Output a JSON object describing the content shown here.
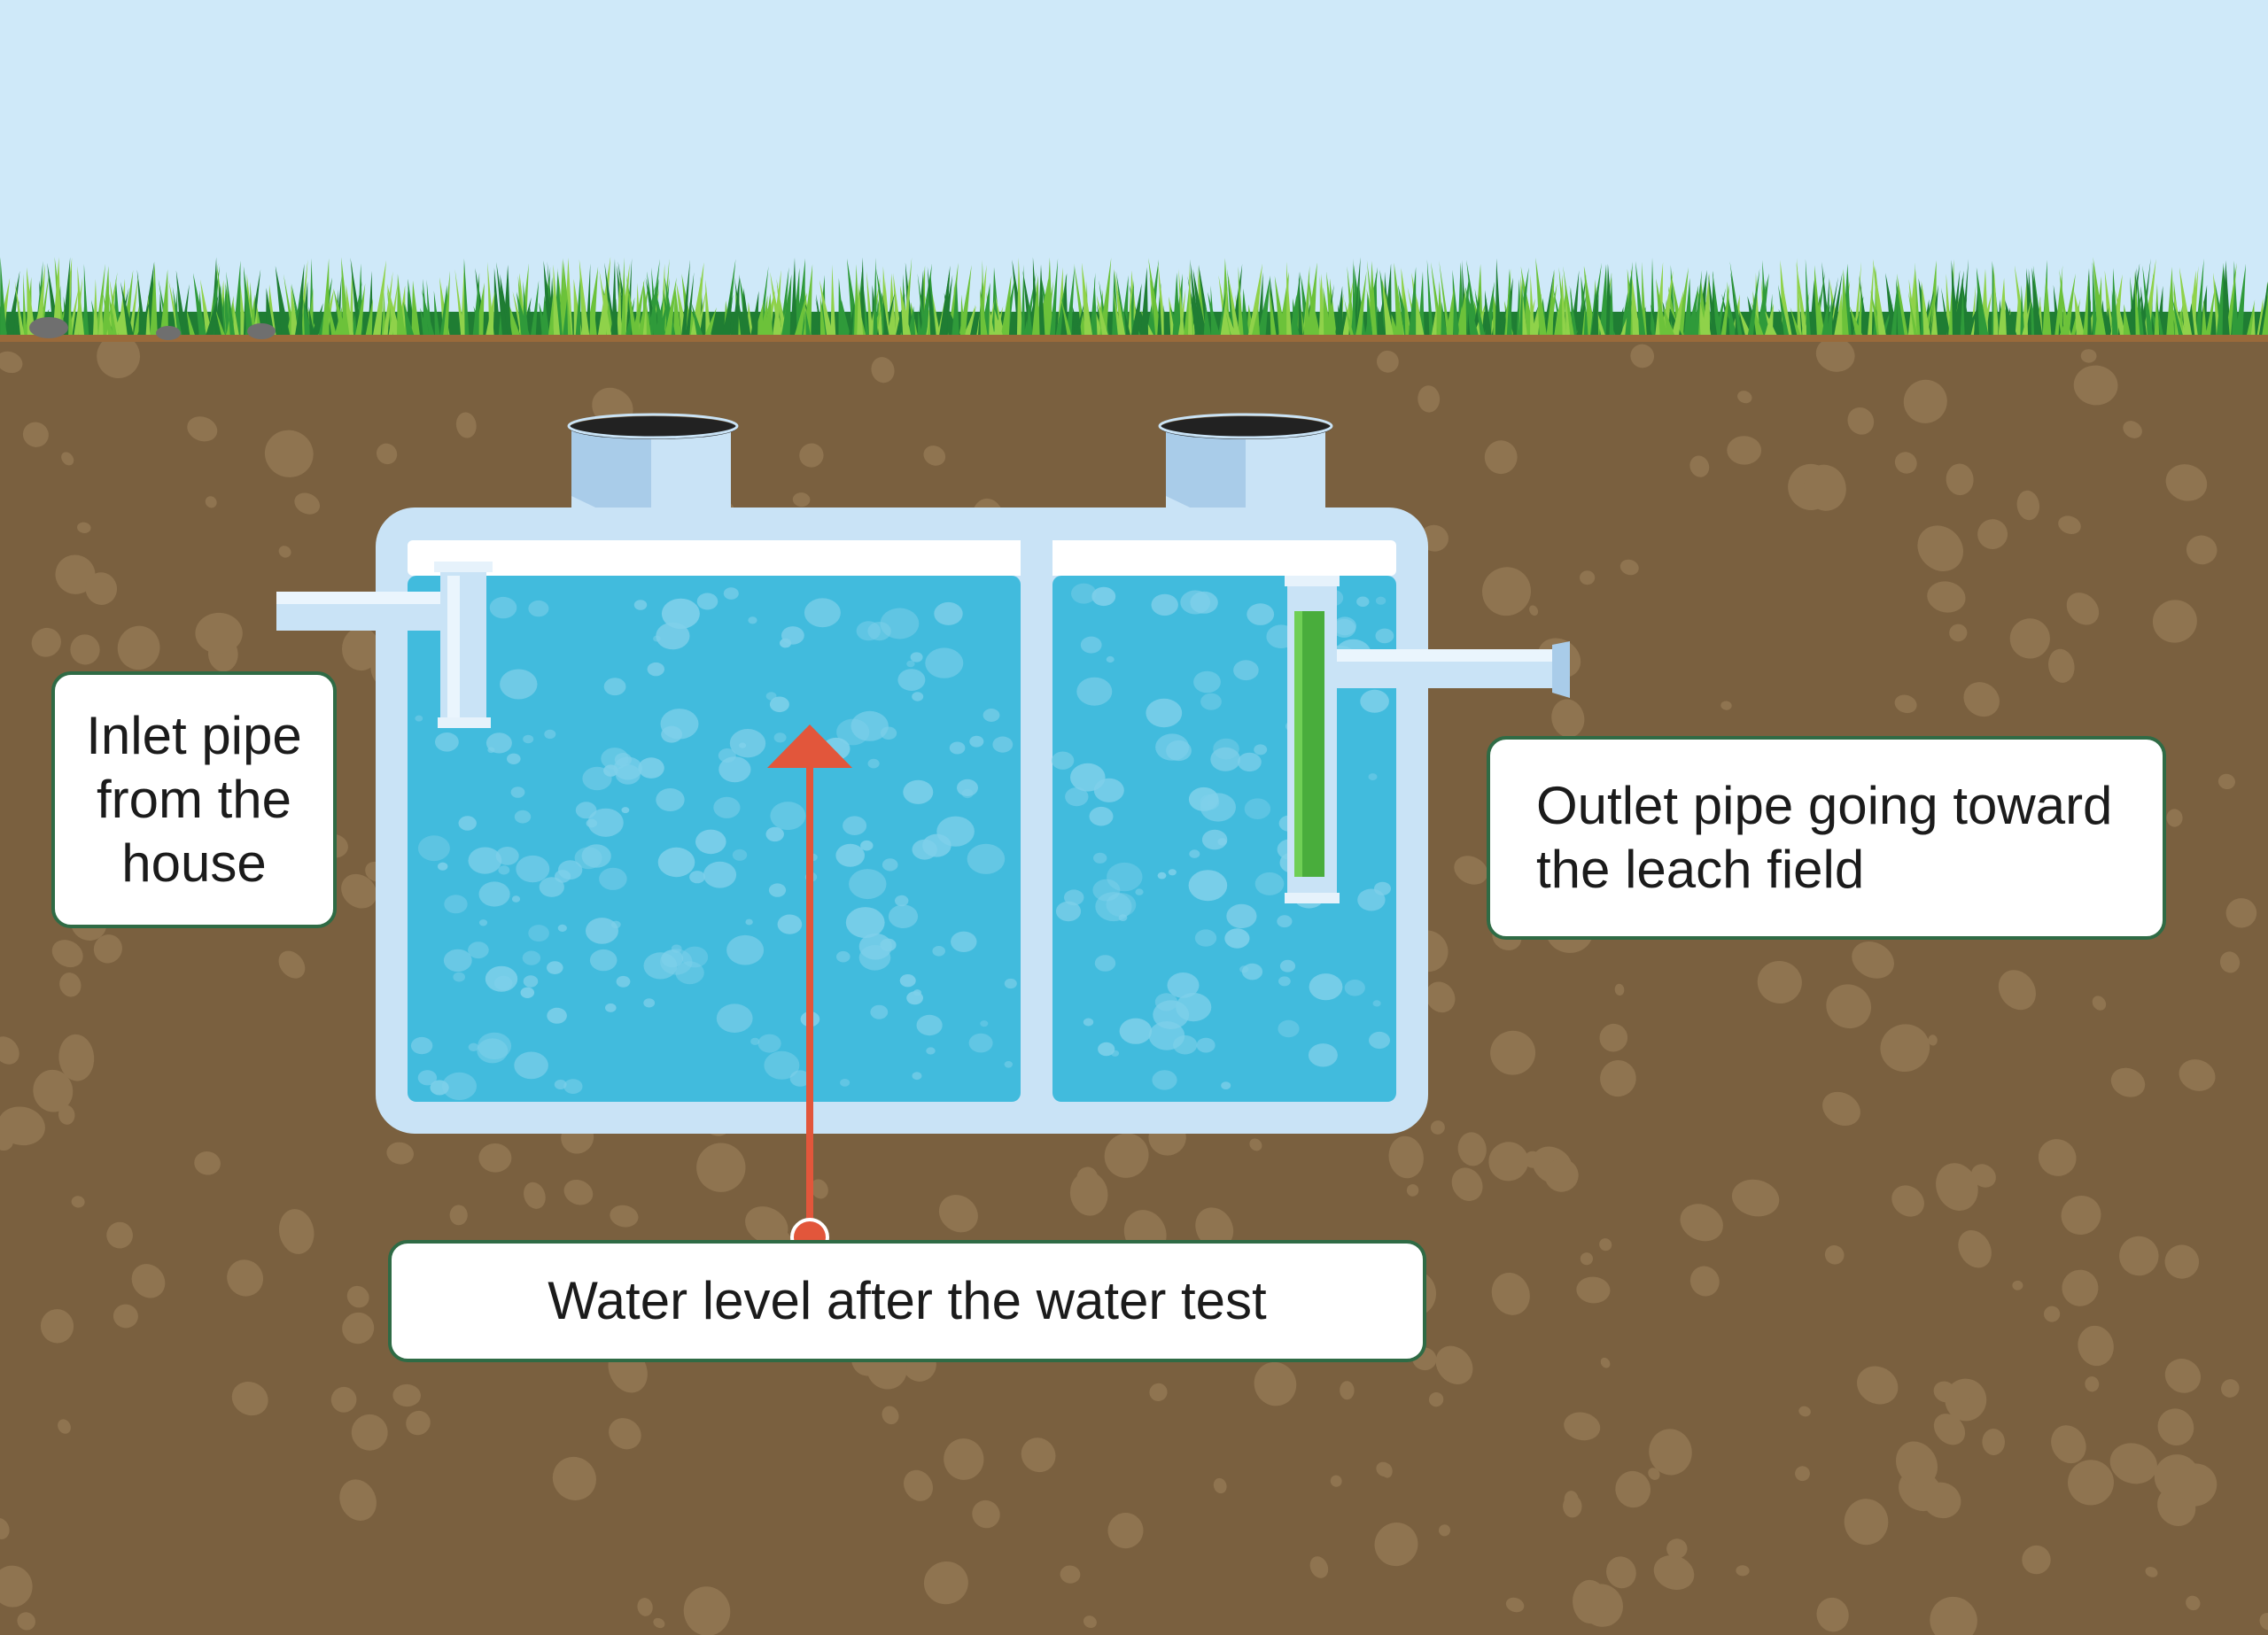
{
  "labels": {
    "inlet": "Inlet pipe from the house",
    "outlet": "Outlet pipe going toward the leach field",
    "water_level": "Water level after the water test"
  },
  "colors": {
    "sky": "#cfe9f9",
    "soil": "#7a603f",
    "soil_stone": "#8f7450",
    "grass_dark": "#1f7d33",
    "grass_light": "#6cc23a",
    "water": "#41bbdd",
    "tank_wall": "#c9e3f6",
    "arrow": "#e2563b",
    "filter": "#49ad3c",
    "label_border": "#2f6b45"
  }
}
